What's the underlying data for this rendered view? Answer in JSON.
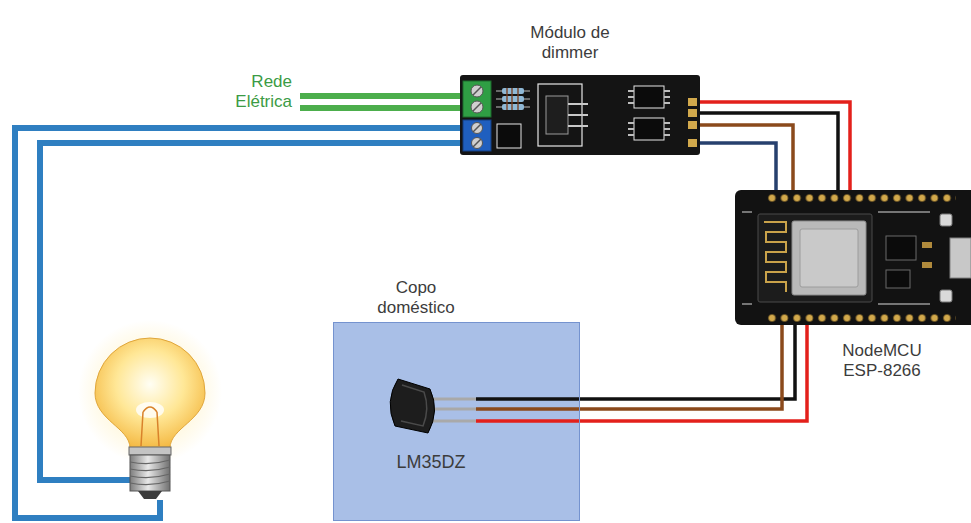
{
  "diagram": {
    "nodes": [
      {
        "text": [
          "Módulo de dimmer"
        ]
      },
      {
        "text": [
          "NodeMCU ESP-8266"
        ]
      },
      {
        "text": [
          "Copo doméstico"
        ]
      },
      {
        "text": [
          "LM35DZ"
        ],
        "in": 2
      }
    ],
    "edges": [
      {
        "from": 0,
        "to": 1,
        "arrow": "none"
      },
      {
        "from": 0,
        "to": 1,
        "arrow": "none"
      },
      {
        "from": 0,
        "to": 1,
        "arrow": "none"
      },
      {
        "from": 0,
        "to": 1,
        "arrow": "none"
      },
      {
        "from": 3,
        "to": 1,
        "arrow": "none"
      },
      {
        "from": 3,
        "to": 1,
        "arrow": "none"
      },
      {
        "from": 3,
        "to": 1,
        "arrow": "none"
      }
    ],
    "labels": [
      "Rede Elétrica"
    ]
  }
}
